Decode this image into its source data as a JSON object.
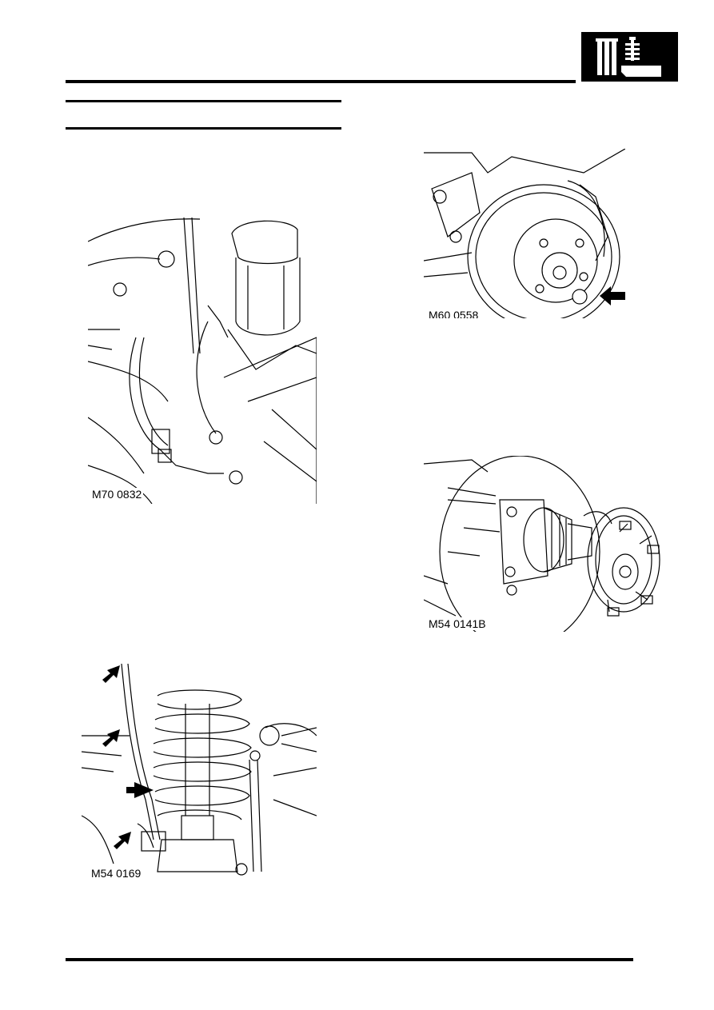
{
  "header": {
    "section_icon": "suspension-spring-icon"
  },
  "figures": [
    {
      "id": "fig1",
      "label": "M70 0832",
      "subject": "brake hose and sensor harness at front suspension tower"
    },
    {
      "id": "fig2",
      "label": "M54 0169",
      "subject": "sensor harness clips along coil spring strut"
    },
    {
      "id": "fig3",
      "label": "M60 0558",
      "subject": "brake disc and hub nut removal"
    },
    {
      "id": "fig4",
      "label": "M54 0141B",
      "subject": "hub assembly and drive shaft"
    }
  ],
  "icons": {
    "arrow": "pointer-arrow-icon"
  }
}
